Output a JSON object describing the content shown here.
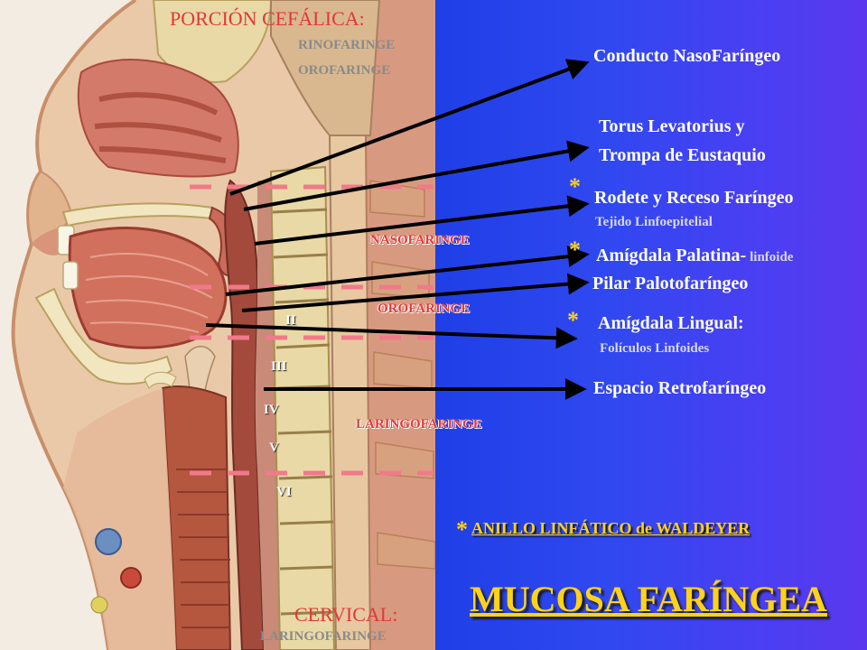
{
  "headers": {
    "cephalic_title": "PORCIÓN CEFÁLICA:",
    "cephalic_sub1": "RINOFARINGE",
    "cephalic_sub2": "OROFARINGE",
    "cervical_title": "CERVICAL:",
    "cervical_sub": "LARINGOFARINGE"
  },
  "regions": {
    "nasofaringe": "NASOFARINGE",
    "orofaringe": "OROFARINGE",
    "laringofaringe": "LARINGOFARINGE"
  },
  "vertebrae": [
    "II",
    "III",
    "IV",
    "V",
    "VI"
  ],
  "labels": {
    "conducto": "Conducto NasoFaríngeo",
    "torus_line1": "Torus Levatorius y",
    "torus_line2": "Trompa de Eustaquio",
    "rodete": "Rodete y Receso Faríngeo",
    "rodete_sub": "Tejido Linfoepitelial",
    "amigdala_palatina": "Amígdala Palatina-",
    "amigdala_palatina_suffix": "linfoide",
    "pilar": "Pilar Palotofaríngeo",
    "amigdala_lingual": "Amígdala Lingual:",
    "amigdala_lingual_sub": "Folículos Linfoides",
    "espacio": "Espacio Retrofaríngeo"
  },
  "star": "*",
  "footer": {
    "waldeyer": "ANILLO LINFÁTICO de WALDEYER",
    "mucosa": "MUCOSA FARÍNGEA"
  },
  "colors": {
    "right_panel": "#3048f0",
    "accent_yellow": "#ffd21a",
    "header_red": "#e0383a",
    "dashed_line": "#f07a8a"
  }
}
